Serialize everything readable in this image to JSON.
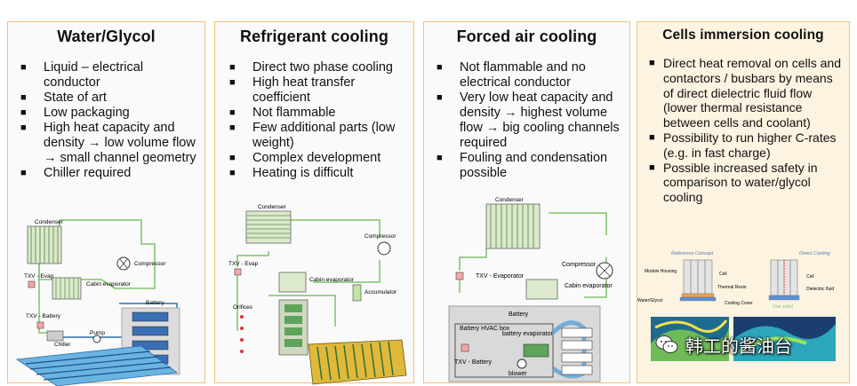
{
  "panels": [
    {
      "title": "Water/Glycol",
      "bullets": [
        "Liquid – electrical conductor",
        "State of art",
        "Low packaging",
        "High heat capacity and density → low volume flow → small channel geometry",
        "Chiller required"
      ],
      "labels": {
        "condenser": "Condenser",
        "compressor": "Compressor",
        "txv_evap": "TXV - Evap",
        "cabin_evaporator": "Cabin evaporator",
        "txv_battery": "TXV - Battery",
        "battery": "Battery",
        "pump": "Pump",
        "chiller": "Chiller"
      }
    },
    {
      "title": "Refrigerant cooling",
      "bullets": [
        "Direct two phase cooling",
        "High heat transfer coefficient",
        "Not flammable",
        "Few additional parts (low weight)",
        "Complex development",
        "Heating is difficult"
      ],
      "labels": {
        "condenser": "Condenser",
        "compressor": "Compressor",
        "txv_evap": "TXV - Evap",
        "cabin_evaporator": "Cabin evaporator",
        "accumulator": "Accumulator",
        "orifices": "Orifices"
      }
    },
    {
      "title": "Forced air cooling",
      "bullets": [
        "Not flammable and no electrical conductor",
        "Very low heat capacity and density → highest volume flow → big cooling channels required",
        "Fouling and condensation possible"
      ],
      "labels": {
        "condenser": "Condenser",
        "compressor": "Compressor",
        "txv_evaporator": "TXV - Evaporator",
        "cabin_evaporator": "Cabin evaporator",
        "battery": "Battery",
        "battery_hvac_box": "Battery HVAC box",
        "battery_evaporator": "battery evaporator",
        "txv_battery": "TXV - Battery",
        "blower": "blower"
      }
    },
    {
      "title": "Cells immersion cooling",
      "bullets": [
        "Direct heat removal on cells and contactors / busbars by means of direct dielectric fluid flow (lower thermal resistance between cells and coolant)",
        "Possibility to run higher C-rates (e.g. in fast charge)",
        "Possible increased safety in comparison to water/glycol cooling"
      ],
      "labels": {
        "reference_concept": "Reference Concept",
        "direct_cooling": "Direct Cooling",
        "module_housing": "Module Housing",
        "cell": "Cell",
        "thermal_resin": "Thermal Resin",
        "water_glycol": "Water/Glycol",
        "cooling_cover": "Cooling Cover",
        "cell2": "Cell",
        "dielectric_fluid": "Dielectric fluid",
        "one_sided": "One sided"
      }
    }
  ],
  "watermark": "韩工的酱油台",
  "colors": {
    "border": "#f2c27e",
    "pipe": "#7cc36b",
    "accent_blue": "#2a6fb0"
  }
}
